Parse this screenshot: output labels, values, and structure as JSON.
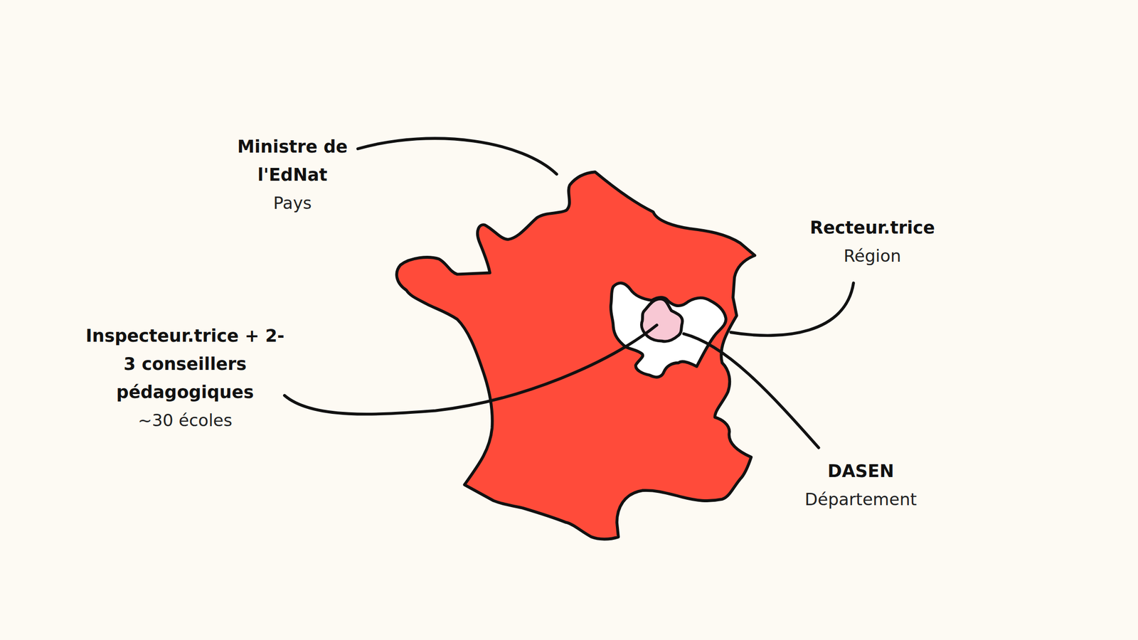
{
  "diagram": {
    "labels": [
      "Ministre de l'EdNat",
      "Pays",
      "Recteur.trice",
      "Région",
      "Inspecteur.trice + 2-3 conseillers pédagogiques",
      "~30 écoles",
      "DASEN",
      "Département"
    ]
  }
}
